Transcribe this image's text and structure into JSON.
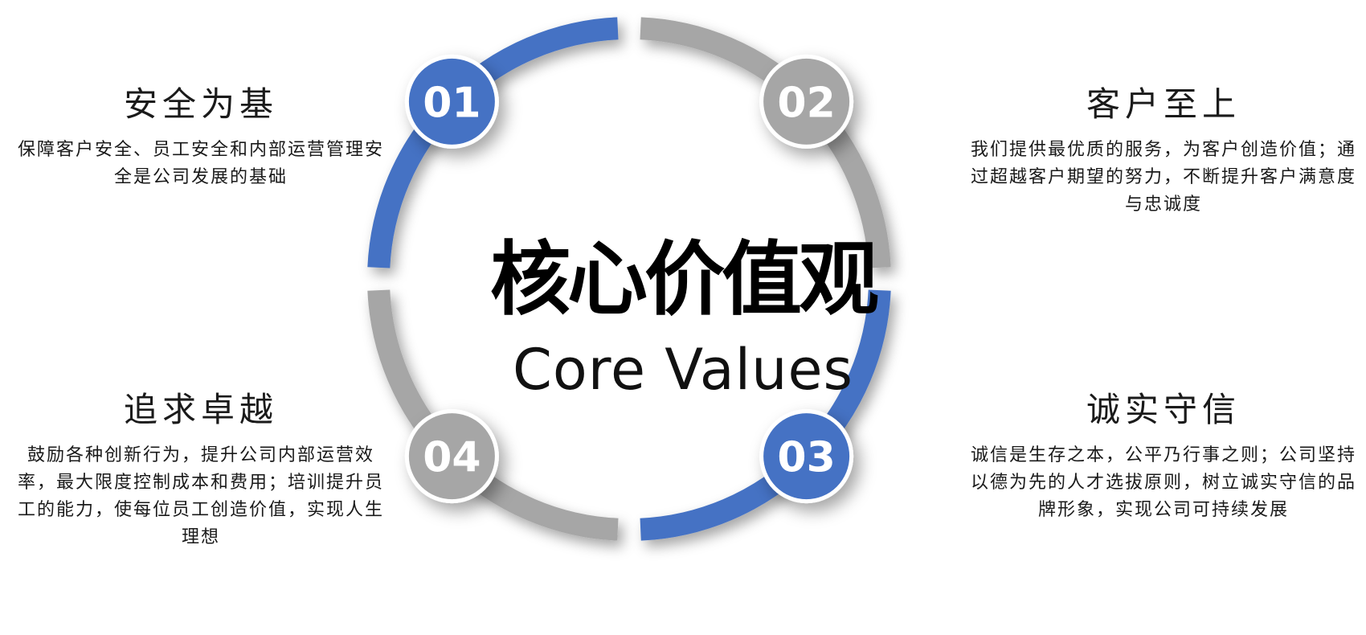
{
  "center": {
    "title": "核心价值观",
    "subtitle": "Core Values"
  },
  "colors": {
    "blue": "#4472c4",
    "gray": "#a6a6a6"
  },
  "values": [
    {
      "number": "01",
      "title": "安全为基",
      "description": "保障客户安全、员工安全和内部运营管理安全是公司发展的基础",
      "color": "blue"
    },
    {
      "number": "02",
      "title": "客户至上",
      "description": "我们提供最优质的服务，为客户创造价值；通过超越客户期望的努力，不断提升客户满意度与忠诚度",
      "color": "gray"
    },
    {
      "number": "03",
      "title": "诚实守信",
      "description": "诚信是生存之本，公平乃行事之则；公司坚持以德为先的人才选拔原则，树立诚实守信的品牌形象，实现公司可持续发展",
      "color": "blue"
    },
    {
      "number": "04",
      "title": "追求卓越",
      "description": "鼓励各种创新行为，提升公司内部运营效率，最大限度控制成本和费用；培训提升员工的能力，使每位员工创造价值，实现人生理想",
      "color": "gray"
    }
  ]
}
